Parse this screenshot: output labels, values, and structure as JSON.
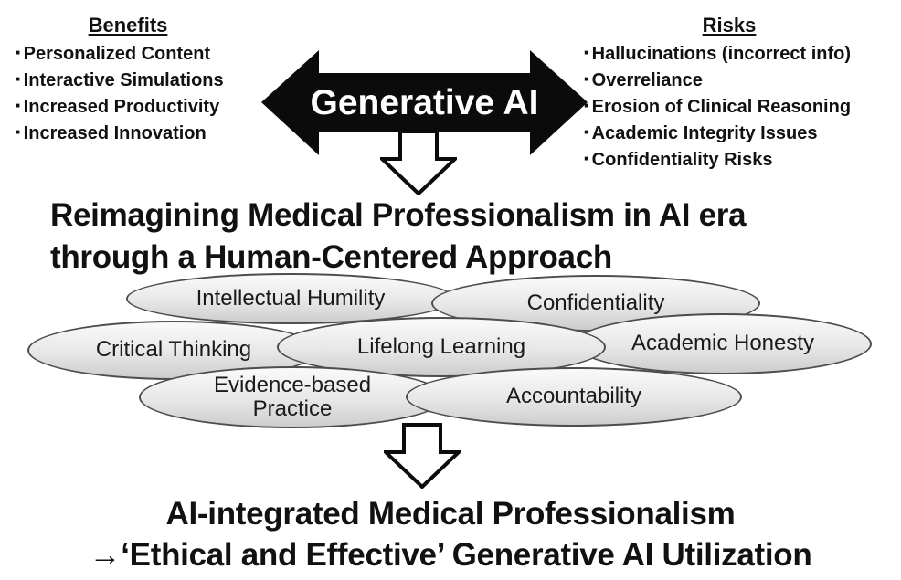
{
  "figure": {
    "benefits": {
      "title": "Benefits",
      "bullet": "·",
      "items": [
        "Personalized Content",
        "Interactive Simulations",
        "Increased Productivity",
        "Increased Innovation"
      ]
    },
    "risks": {
      "title": "Risks",
      "bullet": "·",
      "items": [
        "Hallucinations (incorrect info)",
        "Overreliance",
        "Erosion of Clinical Reasoning",
        "Academic Integrity Issues",
        "Confidentiality Risks"
      ]
    },
    "center_arrow_label": "Generative AI",
    "reframe_heading": {
      "line1": "Reimagining Medical Professionalism in AI era",
      "line2": "through a Human-Centered Approach"
    },
    "values": [
      {
        "label": "Intellectual Humility"
      },
      {
        "label": "Confidentiality"
      },
      {
        "label": "Critical Thinking"
      },
      {
        "label": "Academic Honesty"
      },
      {
        "label": "Lifelong Learning"
      },
      {
        "label": "Evidence-based Practice"
      },
      {
        "label": "Accountability"
      }
    ],
    "outcome": {
      "line1": "AI-integrated Medical Professionalism",
      "line2": "→‘Ethical and Effective’ Generative AI Utilization"
    }
  },
  "colors": {
    "background": "#ffffff",
    "ink": "#111111",
    "arrow-fill": "#0b0b0b",
    "arrow-label": "#ffffff",
    "oval-border": "#4d4d4d",
    "oval-top": "#fafafa",
    "oval-bottom": "#cdcdcd"
  }
}
